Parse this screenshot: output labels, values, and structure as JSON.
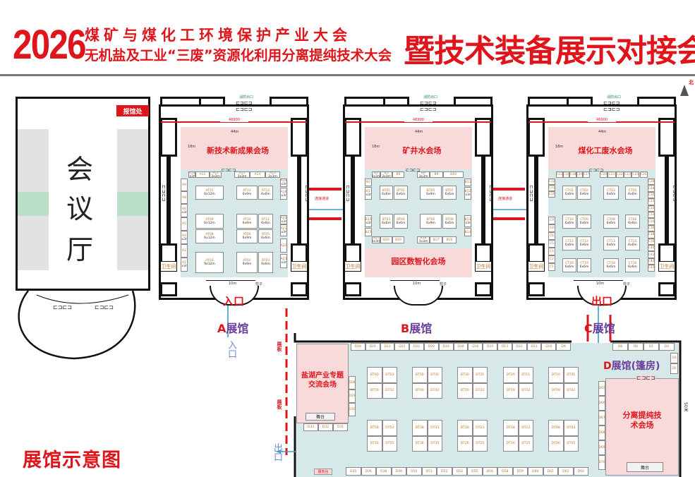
{
  "header": {
    "year": "2026",
    "line1": "煤矿与煤化工环境保护产业大会",
    "line2": "无机盐及工业“三废”资源化利用分离提纯技术大会",
    "subtitle": "暨技术装备展示对接会"
  },
  "meeting_hall": {
    "chars": [
      "会",
      "议",
      "厅"
    ],
    "registration": "报馆处"
  },
  "legend_title": "展馆示意图",
  "signs": {
    "entry": "入口",
    "exit": "出口",
    "board": "展板",
    "north": "北",
    "toilet": "卫生间",
    "width_dim": "46900",
    "top_dim": "44m",
    "depth_dim": "18m",
    "pillar_dim": "10m",
    "pillar": "柱子",
    "side_door": "消防出口",
    "connector": "连接通道"
  },
  "halls": [
    {
      "id": "A",
      "letter": "A",
      "name": "展馆",
      "door": "入口",
      "venue": "新技术新成果会场",
      "booths": [
        {
          "code": "A10",
          "size": "3x3m"
        },
        {
          "code": "A11",
          "size": ""
        },
        {
          "code": "A12",
          "size": "3x3m"
        },
        {
          "code": "A13",
          "size": "3x3m"
        },
        {
          "code": "A14",
          "size": ""
        },
        {
          "code": "A15",
          "size": "3x3m"
        },
        {
          "code": "A9",
          "size": ""
        },
        {
          "code": "A8",
          "size": ""
        },
        {
          "code": "A6",
          "size": "3x3m"
        },
        {
          "code": "A5",
          "size": ""
        },
        {
          "code": "A4",
          "size": "3x3m"
        },
        {
          "code": "A2",
          "size": ""
        },
        {
          "code": "A1",
          "size": "3x3m"
        },
        {
          "code": "A19",
          "size": "3x3m"
        },
        {
          "code": "A18",
          "size": "3x3m"
        },
        {
          "code": "A20",
          "size": "3x3m"
        },
        {
          "code": "A21",
          "size": "3x3m"
        },
        {
          "code": "A22",
          "size": ""
        },
        {
          "code": "A23",
          "size": "3x3m"
        },
        {
          "code": "AT15",
          "size": "6x12m"
        },
        {
          "code": "AT13",
          "size": "6x9m"
        },
        {
          "code": "AT12",
          "size": "6x6m"
        },
        {
          "code": "AT09",
          "size": "6x12m"
        },
        {
          "code": "AT10",
          "size": "6x9m"
        },
        {
          "code": "AT11",
          "size": "6x6m"
        },
        {
          "code": "AT08",
          "size": "6x12m"
        },
        {
          "code": "AT06",
          "size": "6x9m"
        },
        {
          "code": "AT05",
          "size": "6x6m"
        },
        {
          "code": "AT01",
          "size": "9x12m"
        },
        {
          "code": "AT02",
          "size": "9x9m"
        },
        {
          "code": "AT03",
          "size": "9x6m"
        }
      ]
    },
    {
      "id": "B",
      "letter": "B",
      "name": "展馆",
      "door": "",
      "venue": "矿井水会场",
      "venue2": "园区数智化会场",
      "booths": [
        {
          "code": "B3",
          "size": "3x3m"
        },
        {
          "code": "B5",
          "size": "3x3m"
        },
        {
          "code": "B6",
          "size": ""
        },
        {
          "code": "B8",
          "size": "3x3m"
        },
        {
          "code": "B9",
          "size": ""
        },
        {
          "code": "B10",
          "size": ""
        },
        {
          "code": "B2",
          "size": ""
        },
        {
          "code": "B1",
          "size": "3x3m"
        },
        {
          "code": "B22",
          "size": "3x3m"
        },
        {
          "code": "B23",
          "size": ""
        },
        {
          "code": "B11",
          "size": ""
        },
        {
          "code": "B12",
          "size": "3x3m"
        },
        {
          "code": "B13",
          "size": "3x3m"
        },
        {
          "code": "B14",
          "size": ""
        },
        {
          "code": "BT01",
          "size": "6x6m"
        },
        {
          "code": "BT02",
          "size": "6x6m"
        },
        {
          "code": "BT05",
          "size": "6x9m"
        },
        {
          "code": "BT07",
          "size": "6x6m"
        },
        {
          "code": "BT03",
          "size": "6x6m"
        },
        {
          "code": "BT04",
          "size": "6x6m"
        },
        {
          "code": "BT06",
          "size": "6x9m"
        },
        {
          "code": "BT08",
          "size": "6x6m"
        },
        {
          "code": "B21",
          "size": "3x3m"
        },
        {
          "code": "B20",
          "size": ""
        },
        {
          "code": "B19",
          "size": ""
        },
        {
          "code": "B18",
          "size": "3x3m"
        },
        {
          "code": "B17",
          "size": ""
        },
        {
          "code": "B16",
          "size": ""
        }
      ]
    },
    {
      "id": "C",
      "letter": "C",
      "name": "展馆",
      "door": "出口",
      "venue": "煤化工废水会场",
      "booths": [
        {
          "code": "C15",
          "size": ""
        },
        {
          "code": "C16",
          "size": ""
        },
        {
          "code": "C18",
          "size": ""
        },
        {
          "code": "C19",
          "size": ""
        },
        {
          "code": "C17",
          "size": ""
        },
        {
          "code": "C20",
          "size": ""
        },
        {
          "code": "C21",
          "size": ""
        },
        {
          "code": "C22",
          "size": ""
        },
        {
          "code": "C23",
          "size": ""
        },
        {
          "code": "C25",
          "size": ""
        },
        {
          "code": "C26",
          "size": ""
        },
        {
          "code": "C12",
          "size": ""
        },
        {
          "code": "C11",
          "size": ""
        },
        {
          "code": "C10",
          "size": ""
        },
        {
          "code": "C9",
          "size": ""
        },
        {
          "code": "C8",
          "size": ""
        },
        {
          "code": "C6",
          "size": ""
        },
        {
          "code": "C5",
          "size": ""
        },
        {
          "code": "C4",
          "size": ""
        },
        {
          "code": "C2",
          "size": ""
        },
        {
          "code": "C1",
          "size": ""
        },
        {
          "code": "C28",
          "size": ""
        },
        {
          "code": "C29",
          "size": ""
        },
        {
          "code": "C30",
          "size": ""
        },
        {
          "code": "C31",
          "size": ""
        },
        {
          "code": "C32",
          "size": ""
        },
        {
          "code": "C33",
          "size": ""
        },
        {
          "code": "C35",
          "size": ""
        },
        {
          "code": "C36",
          "size": ""
        },
        {
          "code": "C38",
          "size": ""
        },
        {
          "code": "C39",
          "size": ""
        },
        {
          "code": "C40",
          "size": ""
        },
        {
          "code": "C41",
          "size": ""
        },
        {
          "code": "C42",
          "size": ""
        },
        {
          "code": "C43",
          "size": ""
        },
        {
          "code": "CT01",
          "size": "6x6m"
        },
        {
          "code": "CT02",
          "size": "6x6m"
        },
        {
          "code": "CT03",
          "size": "6x6m"
        },
        {
          "code": "CT05",
          "size": "6x6m"
        },
        {
          "code": "CT10",
          "size": "6x6m"
        },
        {
          "code": "CT09",
          "size": "6x6m"
        },
        {
          "code": "CT08",
          "size": "6x6m"
        },
        {
          "code": "CT06",
          "size": "6x6m"
        },
        {
          "code": "CT11",
          "size": "6x6m"
        },
        {
          "code": "CT12",
          "size": "6x6m"
        },
        {
          "code": "CT13",
          "size": "6x6m"
        },
        {
          "code": "CT15",
          "size": "6x6m"
        },
        {
          "code": "CT20",
          "size": "6x6m"
        },
        {
          "code": "CT19",
          "size": "6x6m"
        },
        {
          "code": "CT18",
          "size": "6x6m"
        },
        {
          "code": "CT16",
          "size": "6x6m"
        }
      ]
    }
  ],
  "hall_d": {
    "letter": "D",
    "name": "展馆(篷房)",
    "venue_left": "盐湖产业专题交流会场",
    "venue_right": "分离提纯技术会场",
    "stage": "舞台",
    "service_desk": "服务台",
    "dim_right": "50米",
    "top_row": [
      "D26",
      "D25",
      "D23",
      "D22",
      "D21",
      "D20",
      "D19",
      "D18",
      "D16",
      "D15",
      "D13",
      "D12",
      "D11",
      "D10",
      "D9"
    ],
    "top_right": [
      "D8",
      "D6",
      "D1",
      "D2"
    ],
    "left_col": [
      "D28",
      "D29",
      "D30"
    ],
    "under_room": [
      "D33",
      "D32",
      "D31"
    ],
    "right_col": [
      "D65",
      "D66",
      "D67",
      "D68",
      "D69",
      "D70"
    ],
    "far_right": [
      "D3",
      "D5"
    ],
    "bottom_row": [
      "D35",
      "D36",
      "D38",
      "D39",
      "D50",
      "D51",
      "D52",
      "D53",
      "D55",
      "D56",
      "D58",
      "D59",
      "D60",
      "D61",
      "D62",
      "D63"
    ],
    "islands_row1": [
      [
        "DT60",
        "DT53",
        "DT59",
        "DT52"
      ],
      [
        "DT50",
        "DT41",
        "DT49",
        "DT42"
      ],
      [
        "DT30",
        "DT21",
        "DT29",
        "DT22"
      ],
      [
        "DT20",
        "DT11",
        "DT19",
        "DT12"
      ],
      [
        "DT10",
        "DT01",
        "DT09",
        "DT02"
      ]
    ],
    "islands_row2": [
      [
        "DT58",
        "DT53",
        "DT56",
        "DT55"
      ],
      [
        "DT38",
        "DT33",
        "DT36",
        "DT35"
      ],
      [
        "DT28",
        "DT23",
        "DT26",
        "DT25"
      ],
      [
        "DT18",
        "DT13",
        "DT16",
        "DT15"
      ],
      [
        "DT08",
        "DT03",
        "DT06",
        "DT05"
      ]
    ]
  },
  "colors": {
    "accent_red": "#e0151b",
    "route_blue": "#2f9fd0",
    "venue_pink": "#f8dadb",
    "booth_zone": "#d7e8e8",
    "purple": "#6a3d9a"
  }
}
